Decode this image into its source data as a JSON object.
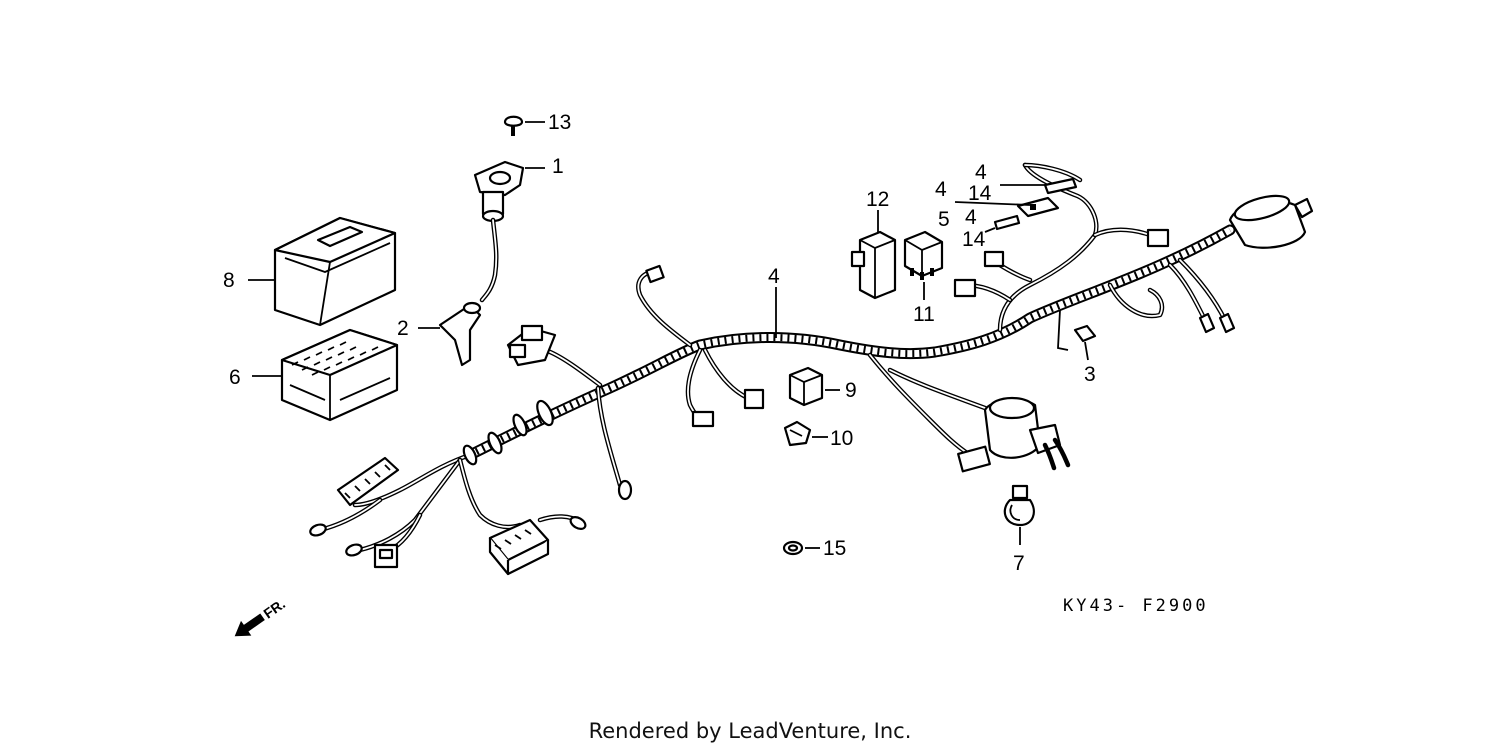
{
  "callouts": {
    "c1": "1",
    "c2": "2",
    "c3": "3",
    "c4a": "4",
    "c4b": "4",
    "c4c": "4",
    "c4d": "4",
    "c5": "5",
    "c6": "6",
    "c7": "7",
    "c8": "8",
    "c9": "9",
    "c10": "10",
    "c11": "11",
    "c12": "12",
    "c13": "13",
    "c14a": "14",
    "c14b": "14",
    "c15": "15"
  },
  "diagram_code": "KY43- F2900",
  "direction_label": "FR.",
  "footer": "Rendered by LeadVenture, Inc."
}
